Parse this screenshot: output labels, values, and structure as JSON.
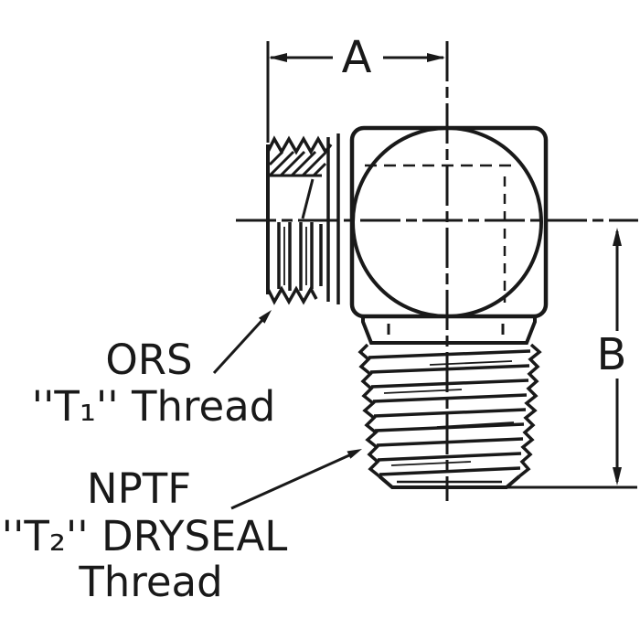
{
  "diagram": {
    "dimensions": {
      "a": "A",
      "b": "B"
    },
    "labels": {
      "ors": {
        "line1": "ORS",
        "line2": "''T₁'' Thread"
      },
      "nptf": {
        "line1": "NPTF",
        "line2": "''T₂'' DRYSEAL",
        "line3": "Thread"
      }
    },
    "colors": {
      "line": "#191919",
      "background": "#ffffff"
    }
  }
}
